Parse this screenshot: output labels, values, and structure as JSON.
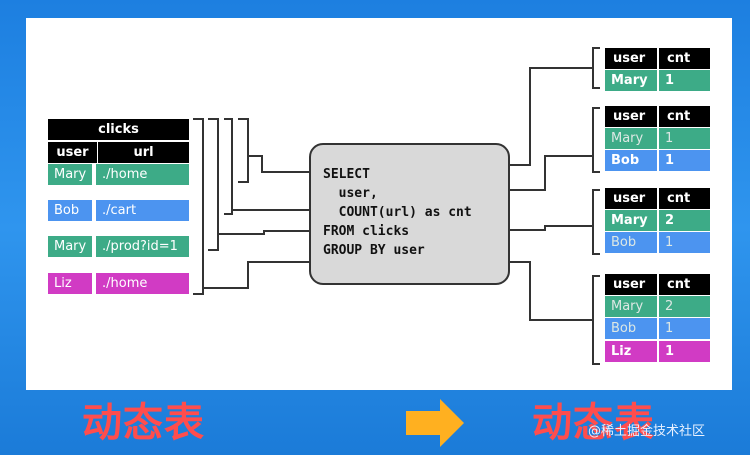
{
  "input_table": {
    "name": "clicks",
    "columns": [
      "user",
      "url"
    ],
    "rows": [
      {
        "user": "Mary",
        "url": "./home",
        "color": "#3dab87"
      },
      {
        "user": "Bob",
        "url": "./cart",
        "color": "#4c94f0"
      },
      {
        "user": "Mary",
        "url": "./prod?id=1",
        "color": "#3dab87"
      },
      {
        "user": "Liz",
        "url": "./home",
        "color": "#d13bc4"
      }
    ]
  },
  "query": {
    "lines": [
      "SELECT",
      "  user,",
      "  COUNT(url) as cnt",
      "FROM clicks",
      "GROUP BY user"
    ]
  },
  "result_tables": [
    {
      "columns": [
        "user",
        "cnt"
      ],
      "rows": [
        {
          "user": "Mary",
          "cnt": "1",
          "style": "new"
        }
      ]
    },
    {
      "columns": [
        "user",
        "cnt"
      ],
      "rows": [
        {
          "user": "Mary",
          "cnt": "1",
          "style": "old"
        },
        {
          "user": "Bob",
          "cnt": "1",
          "style": "new"
        }
      ]
    },
    {
      "columns": [
        "user",
        "cnt"
      ],
      "rows": [
        {
          "user": "Mary",
          "cnt": "2",
          "style": "new"
        },
        {
          "user": "Bob",
          "cnt": "1",
          "style": "old"
        }
      ]
    },
    {
      "columns": [
        "user",
        "cnt"
      ],
      "rows": [
        {
          "user": "Mary",
          "cnt": "2",
          "style": "old"
        },
        {
          "user": "Bob",
          "cnt": "1",
          "style": "old"
        },
        {
          "user": "Liz",
          "cnt": "1",
          "style": "new"
        }
      ]
    }
  ],
  "captions": {
    "left": "动态表",
    "right": "动态表"
  },
  "watermark": "@稀土掘金技术社区",
  "colors": {
    "Mary": "#3dab87",
    "Bob": "#4c94f0",
    "Liz": "#d13bc4",
    "arrow": "#ffb020",
    "caption": "#ff4d4d"
  }
}
